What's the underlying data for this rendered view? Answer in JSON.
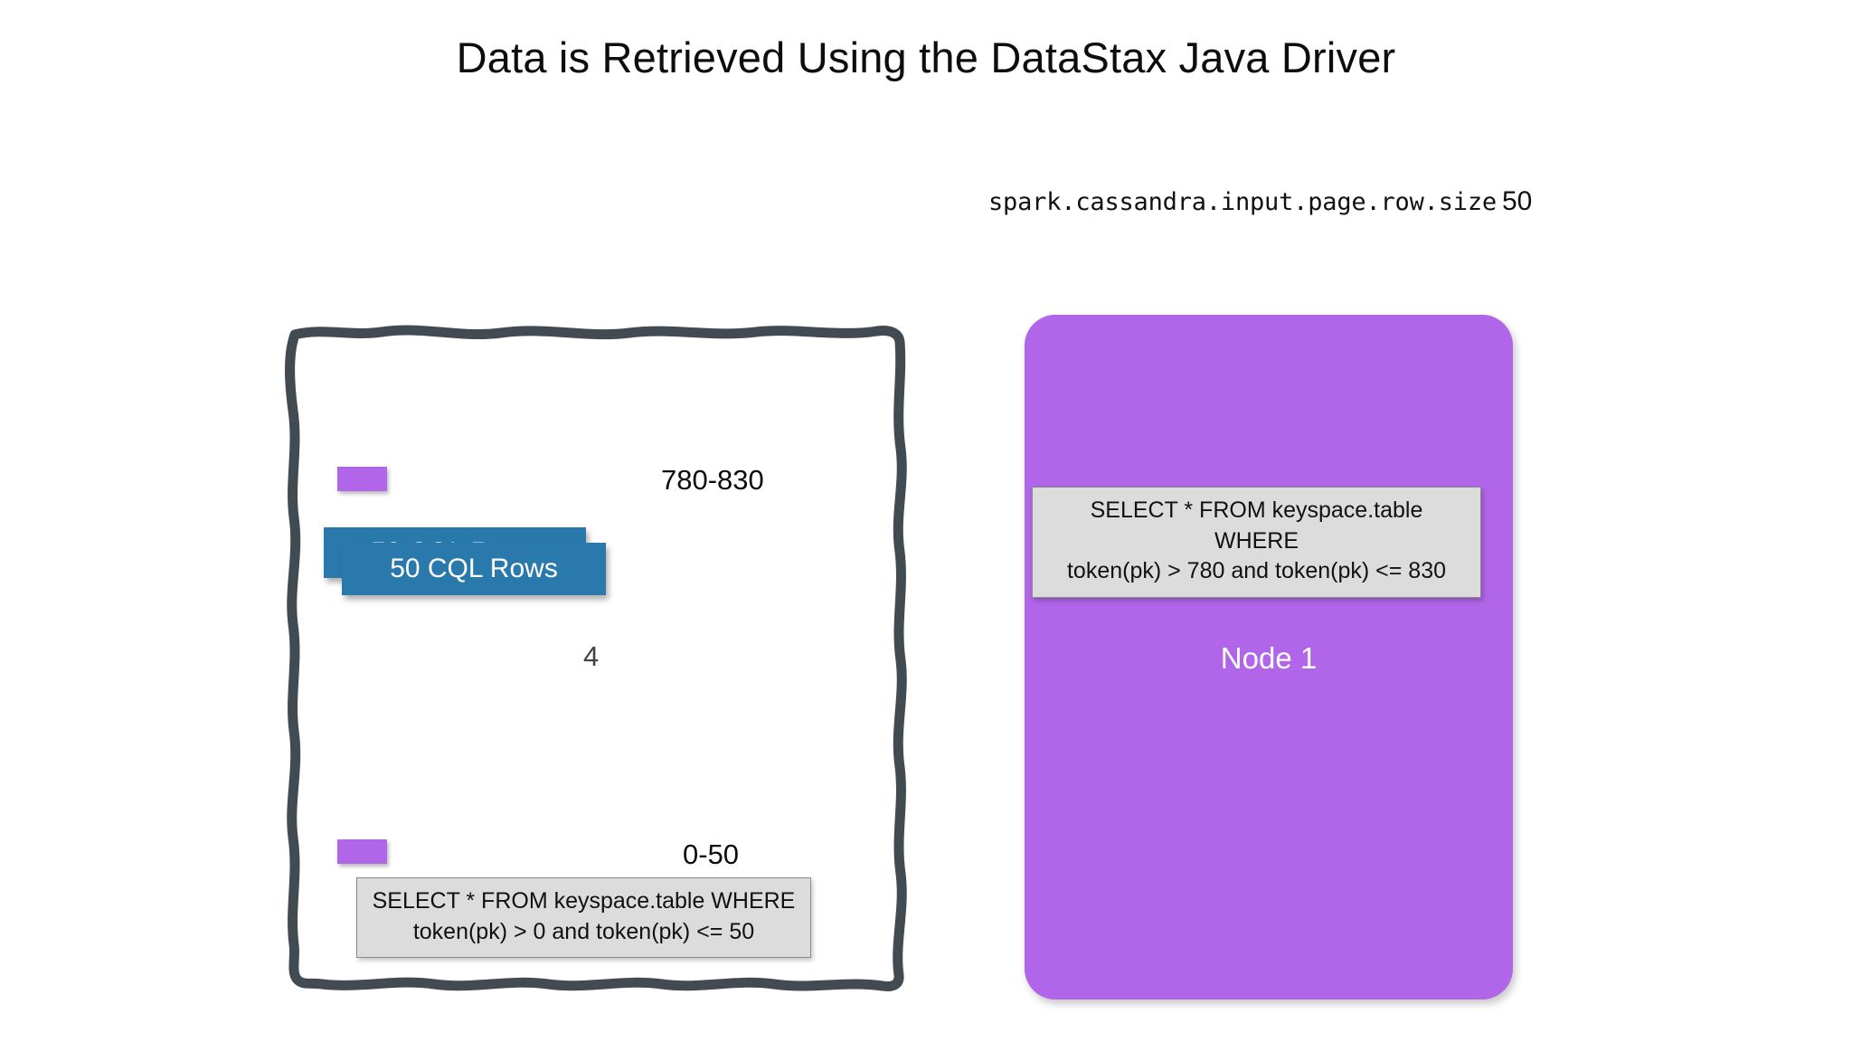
{
  "slide": {
    "title": "Data is Retrieved Using the DataStax Java Driver",
    "background_color": "#ffffff"
  },
  "config": {
    "key": "spark.cassandra.input.page.row.size",
    "value": "50"
  },
  "driver_panel": {
    "name": "datastax-java-driver-box",
    "border_color": "#434b52",
    "style": "hand-drawn-rectangle",
    "token_ranges": [
      {
        "label": "780-830",
        "chip_color": "#b165e8"
      },
      {
        "label": "0-50",
        "chip_color": "#b165e8"
      }
    ],
    "page_count": "4",
    "row_cards": [
      {
        "label": "50 CQL Rows",
        "color": "#2a79ad"
      },
      {
        "label": "50 CQL Rows",
        "color": "#2a79ad"
      }
    ],
    "query": {
      "line1": "SELECT * FROM keyspace.table WHERE",
      "line2": "token(pk) > 0 and token(pk) <= 50"
    }
  },
  "node_panel": {
    "label": "Node 1",
    "color": "#b165e8",
    "query": {
      "line1": "SELECT * FROM keyspace.table WHERE",
      "line2": "token(pk) > 780 and token(pk) <= 830"
    }
  }
}
